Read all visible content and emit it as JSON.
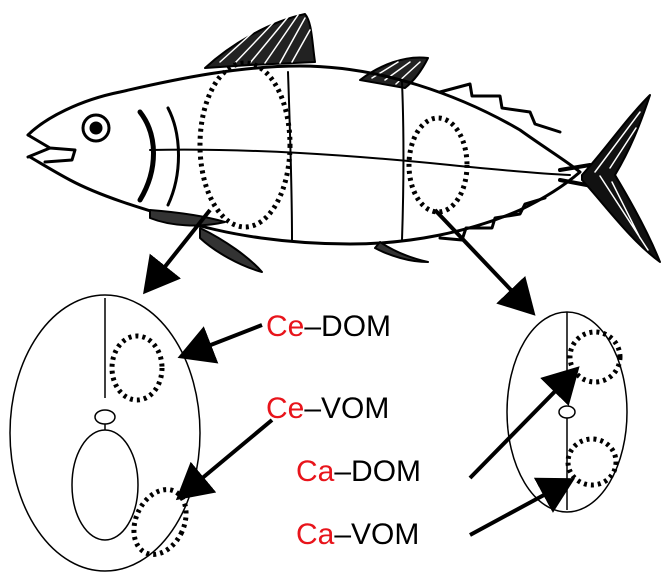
{
  "labels": {
    "ce_dom": {
      "prefix": "Ce",
      "suffix": "–DOM"
    },
    "ce_vom": {
      "prefix": "Ce",
      "suffix": "–VOM"
    },
    "ca_dom": {
      "prefix": "Ca",
      "suffix": "–DOM"
    },
    "ca_vom": {
      "prefix": "Ca",
      "suffix": "–VOM"
    }
  },
  "colors": {
    "prefix": "#e8141b",
    "text": "#000000"
  },
  "icons": [
    "tuna-fish-illustration",
    "cross-section-cephalic",
    "cross-section-caudal"
  ]
}
